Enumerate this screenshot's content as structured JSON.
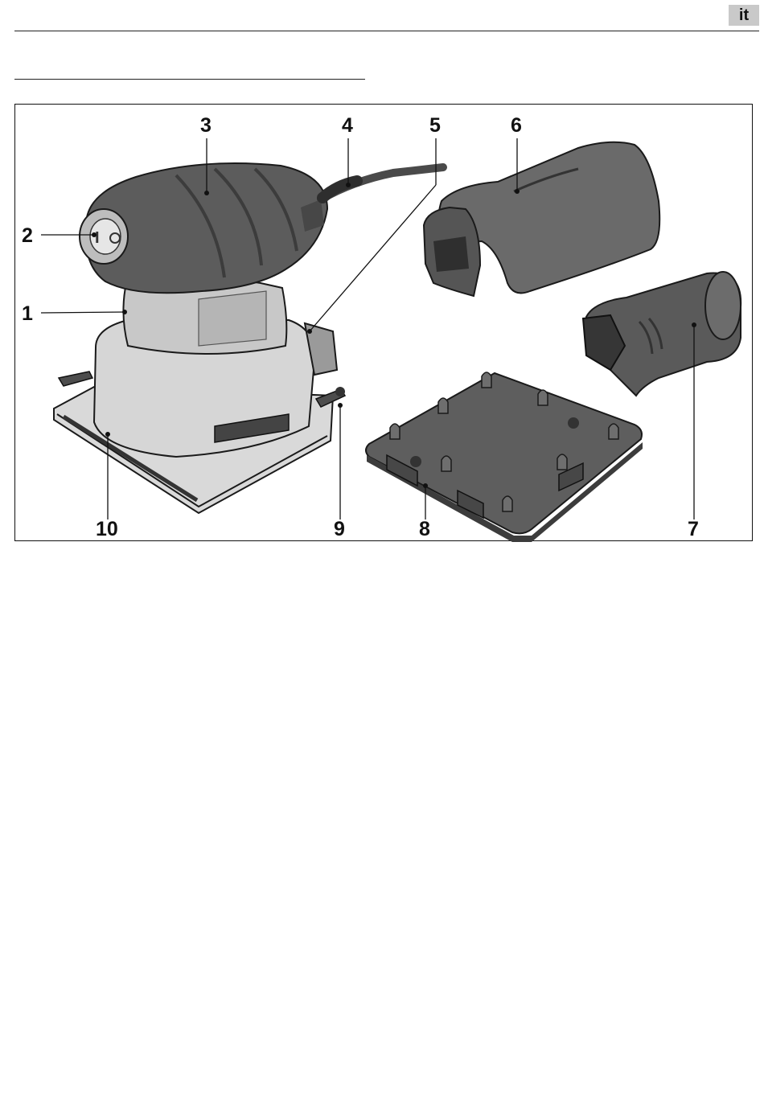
{
  "header": {
    "language_code": "it"
  },
  "figure": {
    "callouts": {
      "c1": "1",
      "c2": "2",
      "c3": "3",
      "c4": "4",
      "c5": "5",
      "c6": "6",
      "c7": "7",
      "c8": "8",
      "c9": "9",
      "c10": "10"
    }
  },
  "colors": {
    "dark_part": "#5c5c5c",
    "light_part": "#c4c4c4",
    "lighter_part": "#d8d8d8",
    "outline": "#1a1a1a"
  }
}
